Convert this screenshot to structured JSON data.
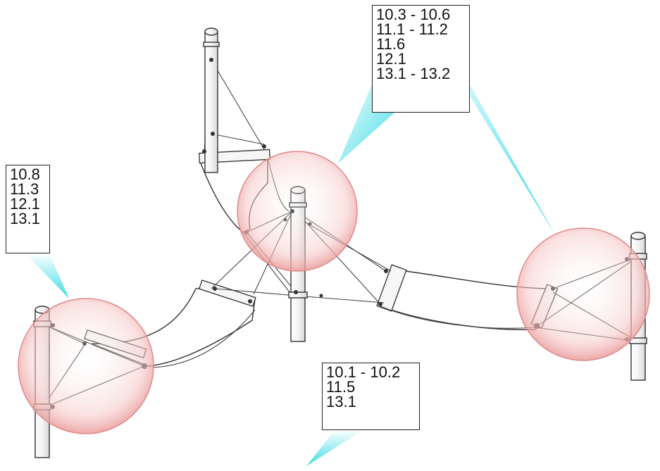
{
  "colors": {
    "highlight_fill": "#f4b8b8",
    "highlight_stroke": "#e08a8a",
    "pointer": "#3fe2ea",
    "line": "#333333",
    "frame": "#222222"
  },
  "callouts": {
    "left": {
      "lines": [
        "10.8",
        "11.3",
        "12.1",
        "13.1"
      ]
    },
    "top": {
      "lines": [
        "10.3 - 10.6",
        "11.1 - 11.2",
        "11.6",
        "12.1",
        "13.1 - 13.2"
      ]
    },
    "bottom": {
      "lines": [
        "10.1 - 10.2",
        "11.5",
        "13.1"
      ]
    }
  }
}
